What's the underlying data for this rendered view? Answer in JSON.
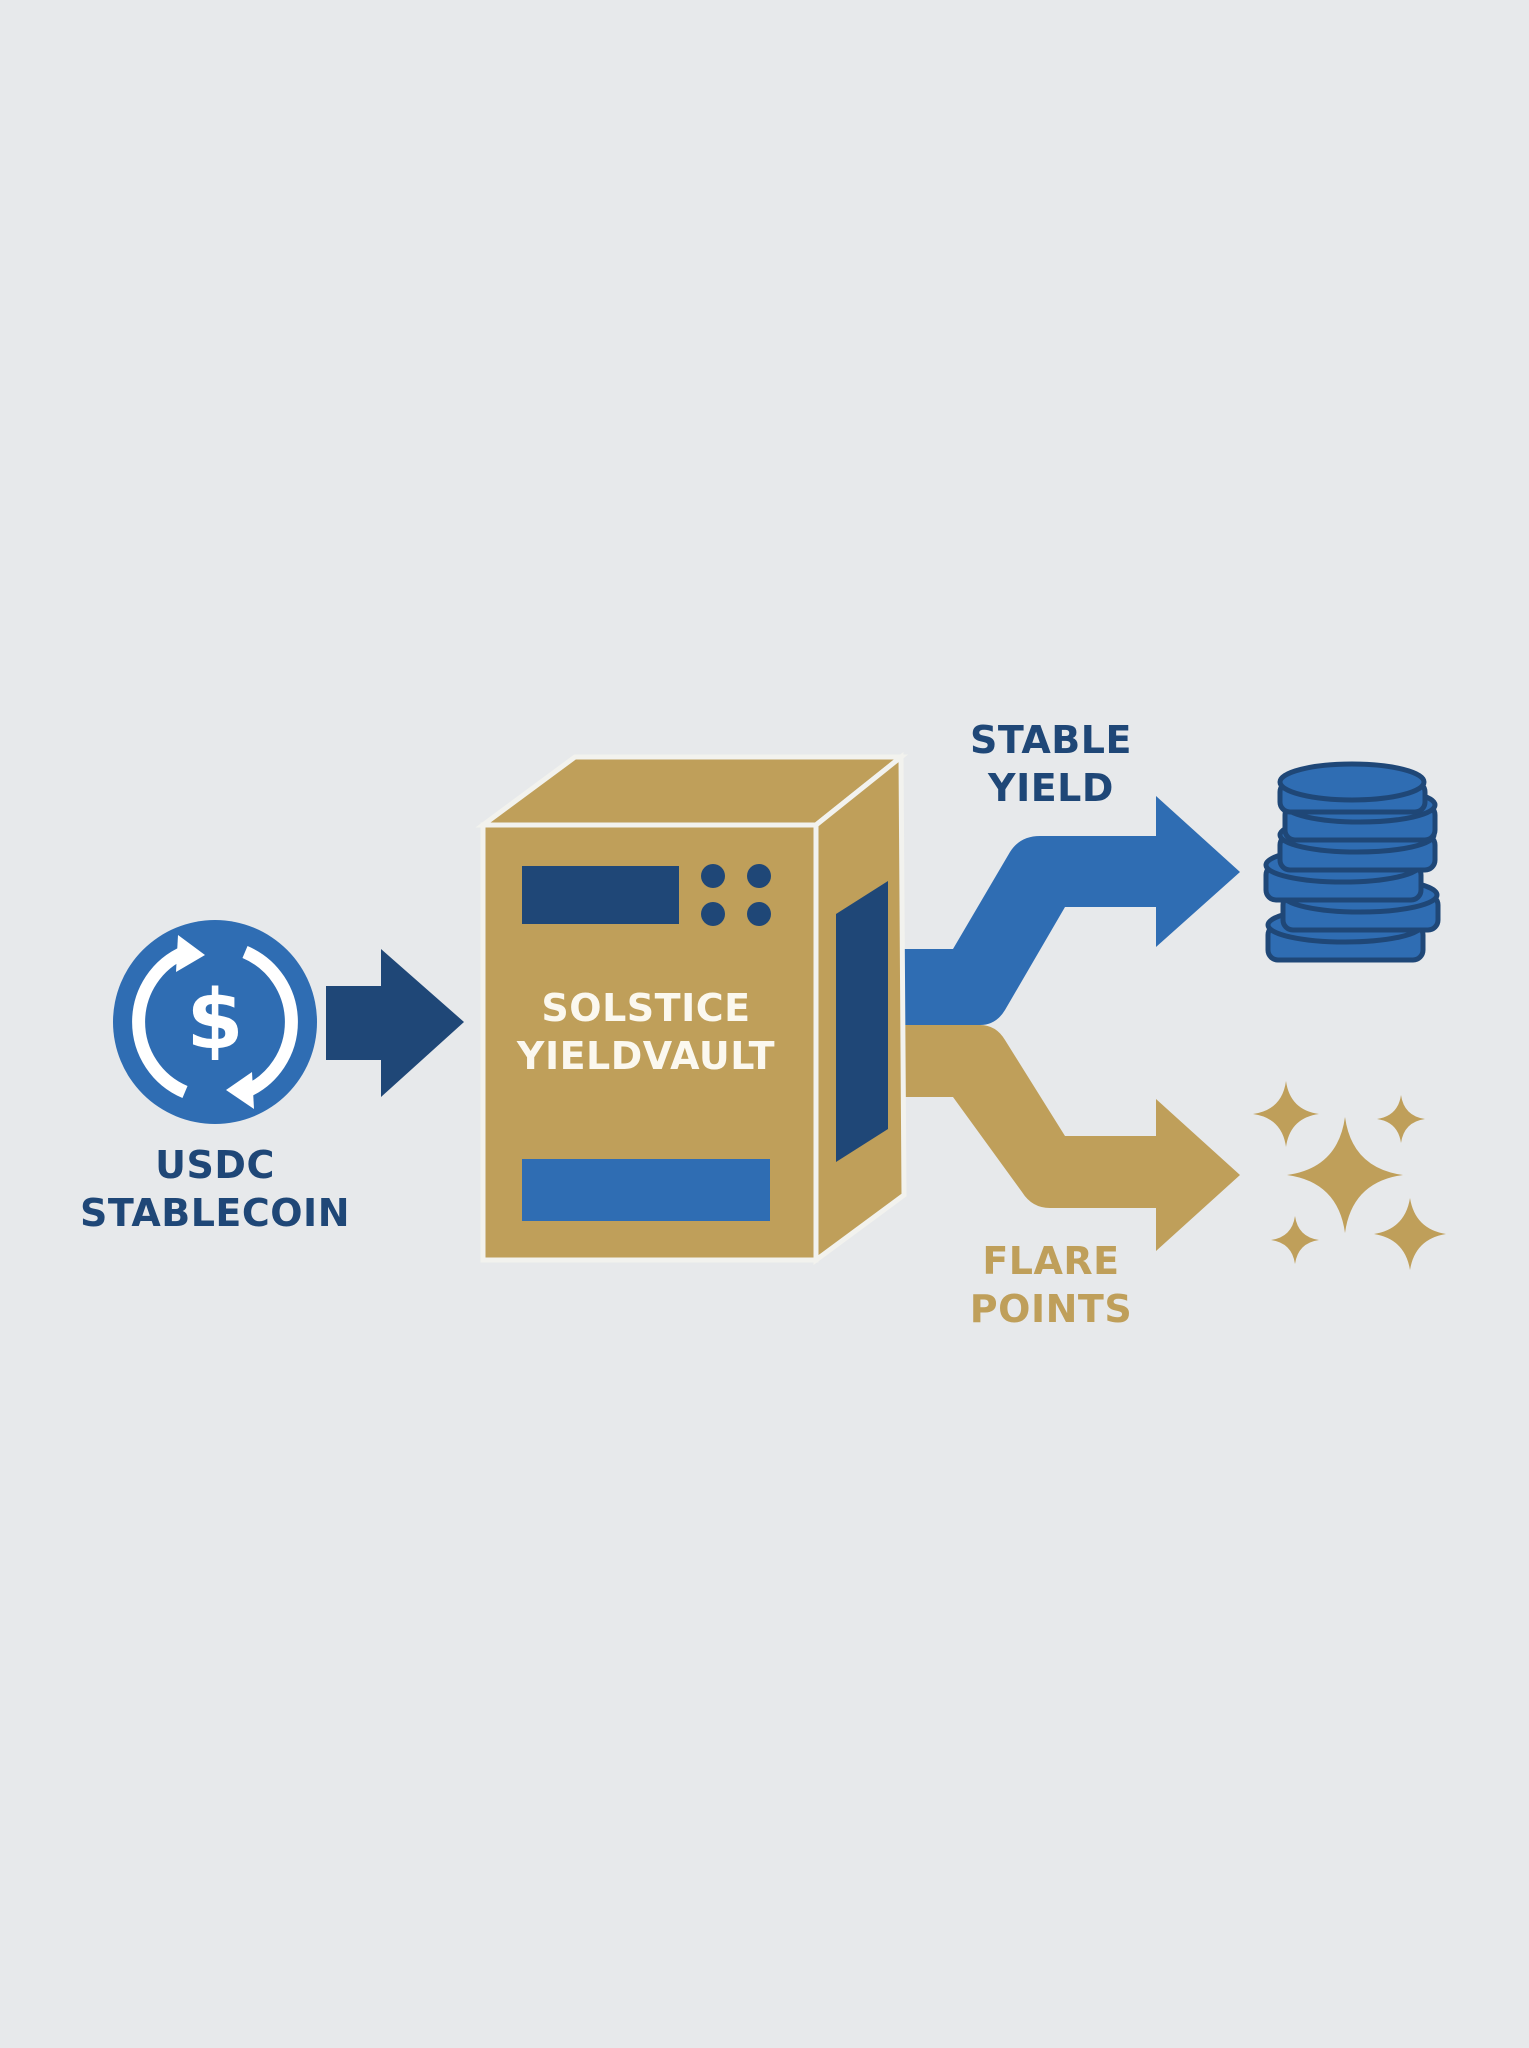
{
  "input": {
    "line1": "USDC",
    "line2": "STABLECOIN",
    "icon": "usdc-coin-icon"
  },
  "vault": {
    "line1": "SOLSTICE",
    "line2": "YIELDVAULT"
  },
  "outputs": [
    {
      "line1": "STABLE",
      "line2": "YIELD",
      "icon": "coin-stack-icon"
    },
    {
      "line1": "FLARE",
      "line2": "POINTS",
      "icon": "sparkles-icon"
    }
  ],
  "colors": {
    "background": "#e7e9eb",
    "blue": "#2f6db3",
    "dark_blue": "#1f4777",
    "gold": "#bf9f5a"
  }
}
